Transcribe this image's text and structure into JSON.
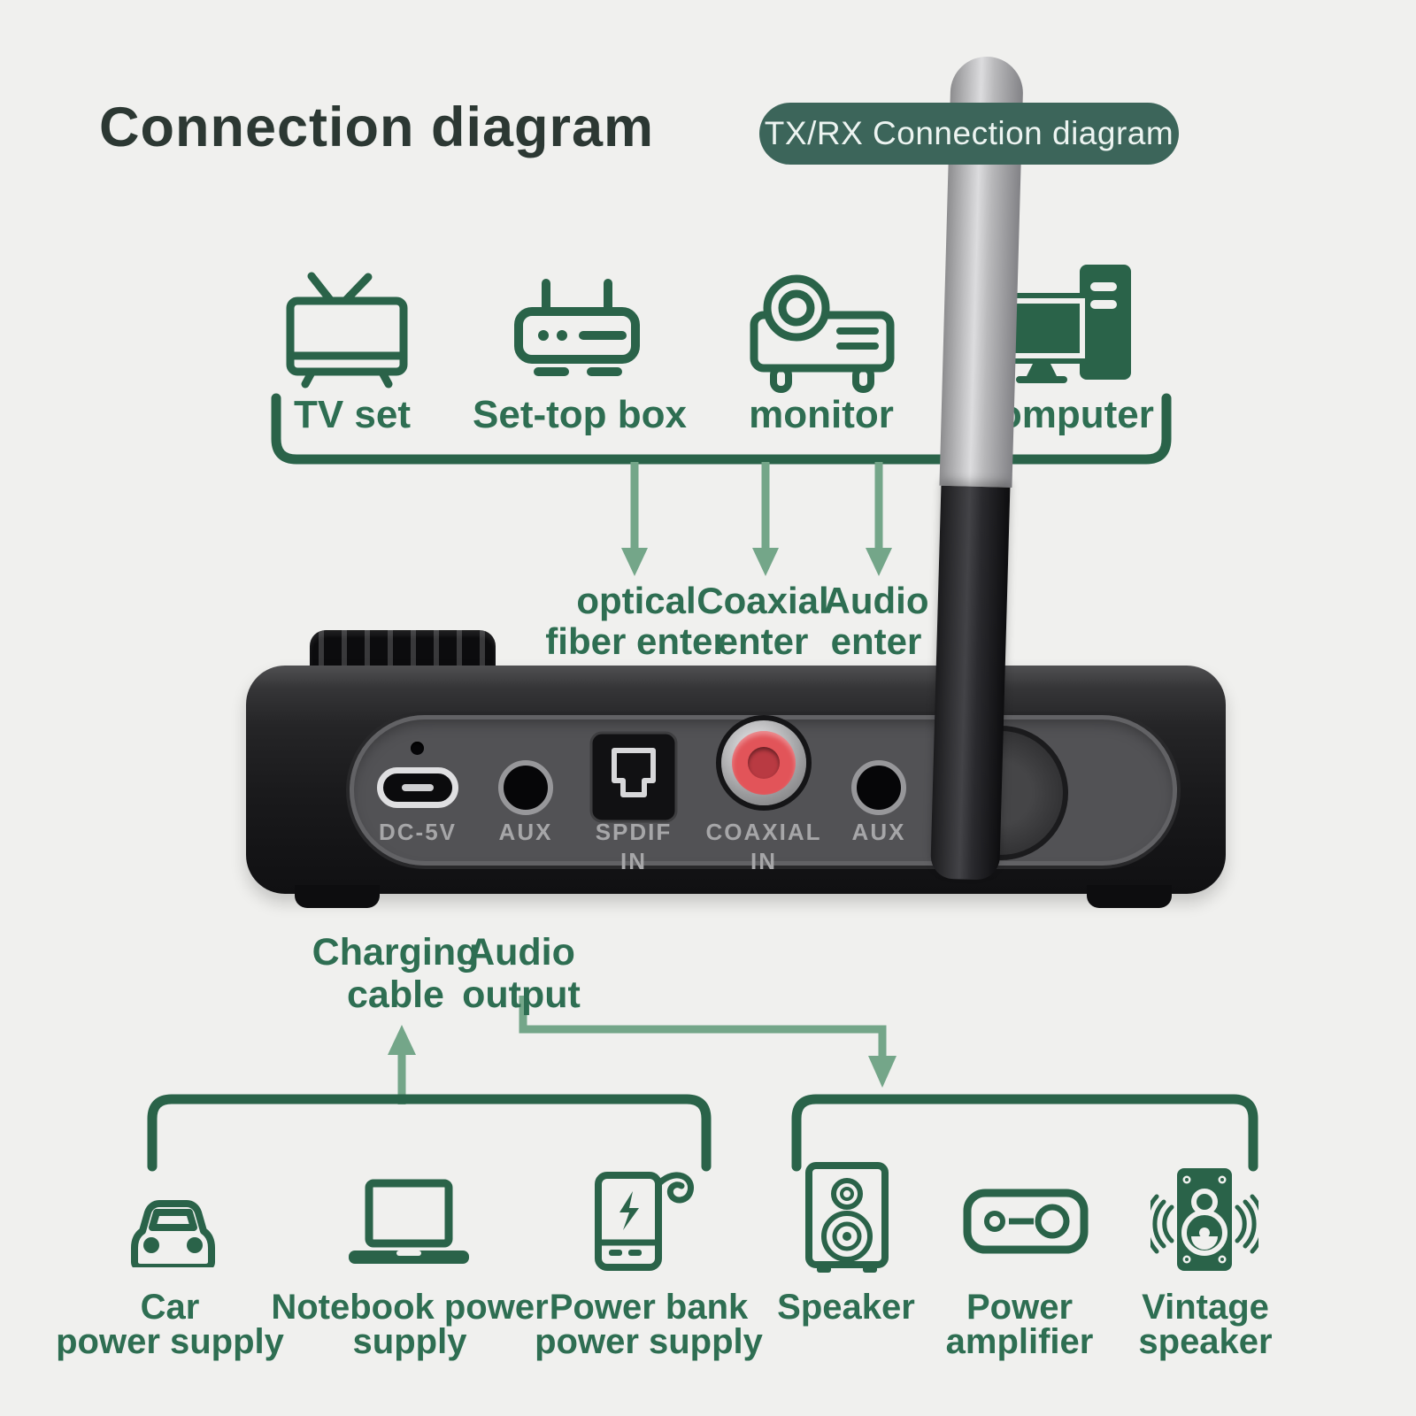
{
  "header": {
    "title": "Connection diagram",
    "badge": "TX/RX Connection diagram"
  },
  "colors": {
    "background": "#f0f0ee",
    "title_text": "#2c3833",
    "badge_background": "#3c655a",
    "badge_text": "#edf4f1",
    "icon_green": "#2a6349",
    "label_green": "#2e6e52",
    "arrow_sage": "#74a689",
    "coaxial_red": "#e25459",
    "device_black": "#1a1a1c"
  },
  "icons": {
    "sources": [
      "tv-icon",
      "set-top-box-icon",
      "projector-icon",
      "computer-icon"
    ],
    "power_sources": [
      "car-icon",
      "laptop-icon",
      "power-bank-icon"
    ],
    "audio_outputs": [
      "speaker-icon",
      "amplifier-icon",
      "vintage-speaker-icon"
    ]
  },
  "sources": {
    "items": [
      {
        "label": "TV set"
      },
      {
        "label": "Set-top box"
      },
      {
        "label": "monitor"
      },
      {
        "label": "Computer"
      }
    ]
  },
  "inputs": {
    "items": [
      {
        "line1": "optical",
        "line2": "fiber enter"
      },
      {
        "line1": "Coaxial",
        "line2": "enter"
      },
      {
        "line1": "Audio",
        "line2": "enter"
      }
    ]
  },
  "device": {
    "ports": [
      {
        "label": "DC-5V",
        "label2": ""
      },
      {
        "label": "AUX",
        "label2": ""
      },
      {
        "label": "SPDIF",
        "label2": "IN"
      },
      {
        "label": "COAXIAL",
        "label2": "IN"
      },
      {
        "label": "AUX",
        "label2": ""
      }
    ]
  },
  "callouts": {
    "charging": {
      "line1": "Charging",
      "line2": "cable"
    },
    "audio": {
      "line1": "Audio",
      "line2": "output"
    }
  },
  "power_sources": {
    "items": [
      {
        "line1": "Car",
        "line2": "power supply"
      },
      {
        "line1": "Notebook power",
        "line2": "supply"
      },
      {
        "line1": "Power bank",
        "line2": "power supply"
      }
    ]
  },
  "audio_outputs": {
    "items": [
      {
        "line1": "Speaker",
        "line2": ""
      },
      {
        "line1": "Power",
        "line2": "amplifier"
      },
      {
        "line1": "Vintage",
        "line2": "speaker"
      }
    ]
  }
}
